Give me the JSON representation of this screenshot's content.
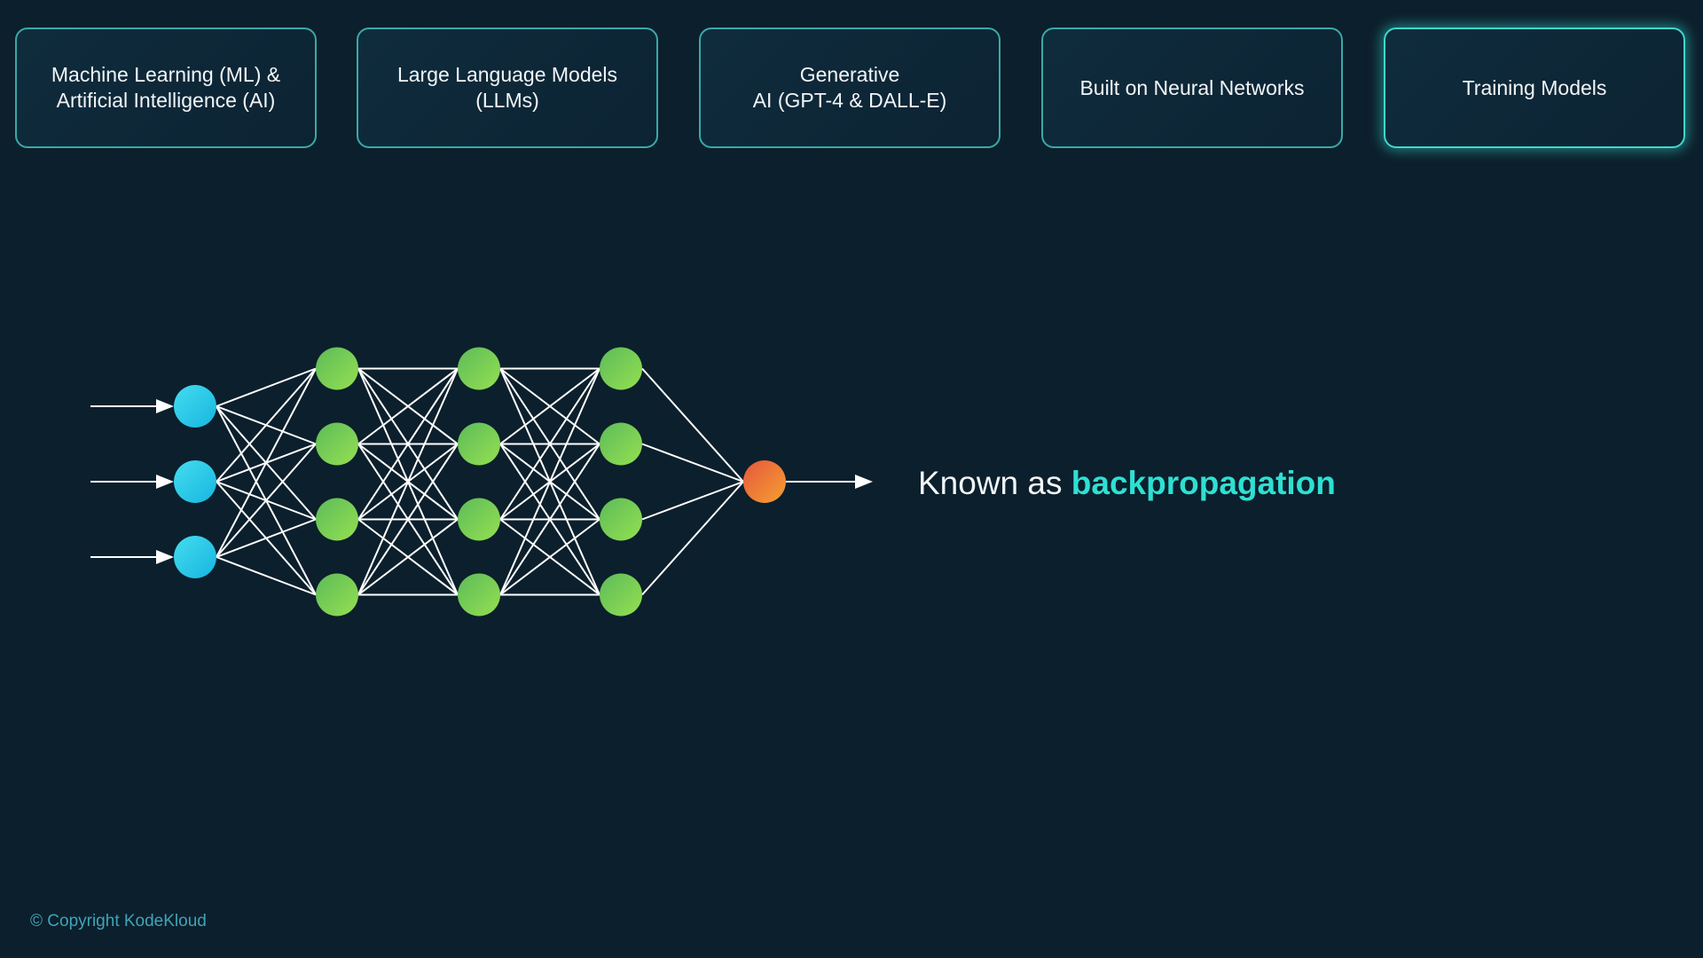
{
  "tabs": [
    {
      "label": "Machine Learning (ML) &\nArtificial Intelligence (AI)",
      "active": false
    },
    {
      "label": "Large Language Models\n(LLMs)",
      "active": false
    },
    {
      "label": "Generative\nAI (GPT-4 & DALL-E)",
      "active": false
    },
    {
      "label": "Built on Neural Networks",
      "active": false
    },
    {
      "label": "Training Models",
      "active": true
    }
  ],
  "network": {
    "layers": [
      3,
      4,
      4,
      4,
      1
    ],
    "inputs": 3,
    "outputs": 1,
    "colors": {
      "input": "#22c4e6",
      "hidden": "#7fd254",
      "output": "#f07a3a",
      "edge": "#ffffff"
    }
  },
  "caption": {
    "prefix": "Known as ",
    "highlight": "backpropagation"
  },
  "footer": {
    "copyright": "© Copyright KodeKloud"
  }
}
